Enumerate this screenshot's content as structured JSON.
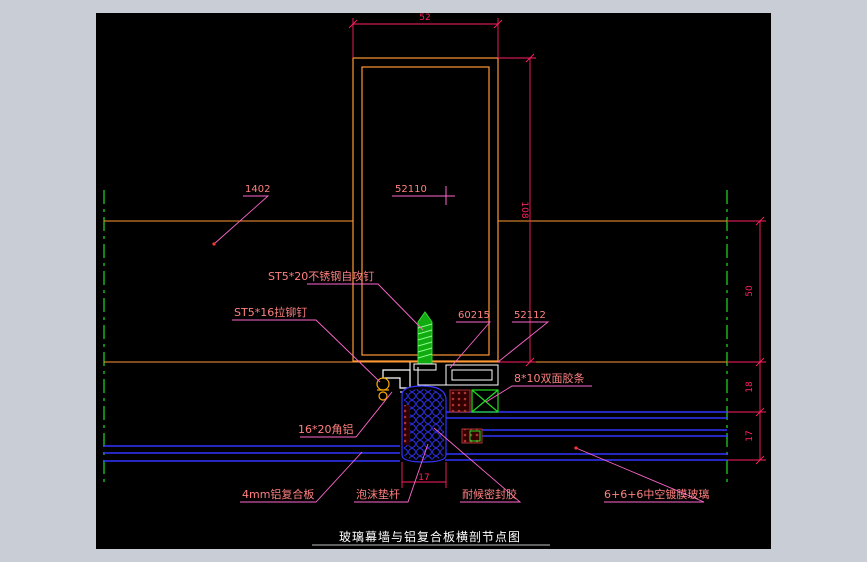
{
  "drawing": {
    "title": "玻璃幕墙与铝复合板横剖节点图",
    "colors": {
      "background": "#000000",
      "frame": "#c8c8ff",
      "surround": "#c9cdd5",
      "mullion": "#ff9933",
      "leader": "#ff66cc",
      "label": "#ff8080",
      "glass": "#3333ff",
      "screw": "#33dd33",
      "dimension": "#ff2060",
      "break_line": "#22dd22",
      "title": "#ffffff"
    },
    "dimensions": {
      "top_width": "52",
      "mullion_depth": "108",
      "right_upper": "50",
      "right_mid": "18",
      "right_lower": "17",
      "bottom": "17"
    },
    "labels": {
      "profile_1402": "1402",
      "profile_52110": "52110",
      "self_tapping_screw": "ST5*20不锈钢自攻钉",
      "rivet": "ST5*16拉铆钉",
      "profile_60215": "60215",
      "profile_52112": "52112",
      "tape": "8*10双面胶条",
      "angle_aluminum": "16*20角铝",
      "composite_panel": "4mm铝复合板",
      "foam_rod": "泡沫垫杆",
      "sealant": "耐候密封胶",
      "insulated_glass": "6+6+6中空镀膜玻璃"
    }
  }
}
